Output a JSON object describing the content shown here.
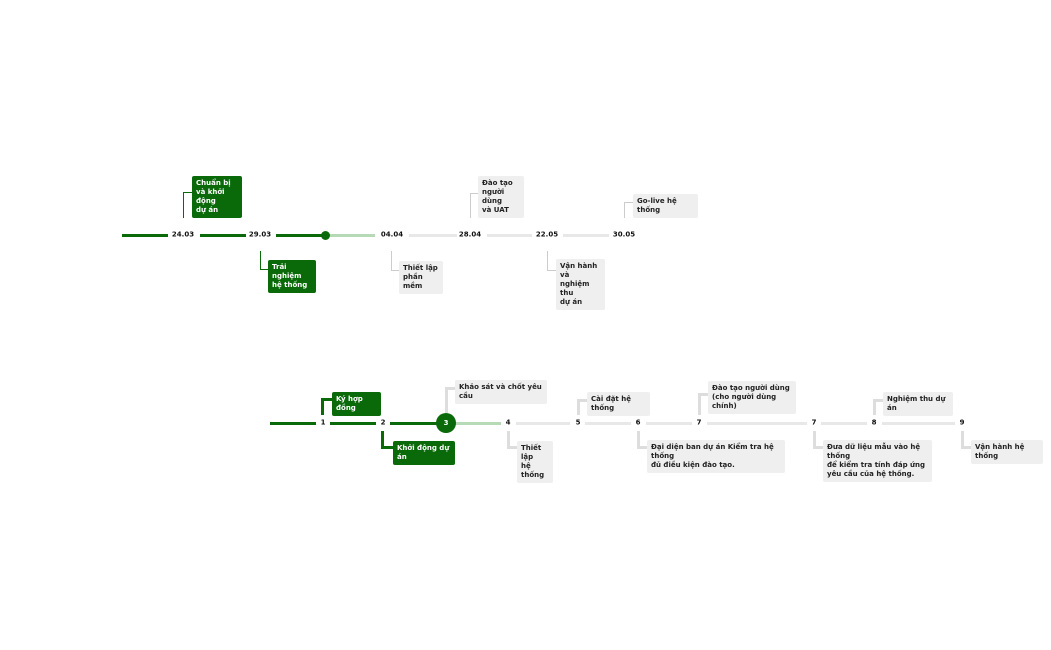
{
  "colors": {
    "done": "#0a6a0a",
    "active": "#b6dab6",
    "todo": "#e8e8e8",
    "connector_gray": "#cccccc"
  },
  "timeline_top": {
    "ticks": [
      "24.03",
      "29.03",
      "04.04",
      "28.04",
      "22.05",
      "30.05"
    ],
    "labels": [
      {
        "text": "Chuẩn bị\nvà khởi động\ndự án",
        "style": "green"
      },
      {
        "text": "Trải nghiệm\nhệ thống",
        "style": "green"
      },
      {
        "text": "Thiết lập\nphần mềm",
        "style": "gray"
      },
      {
        "text": "Đào tạo\nngười dùng\nvà UAT",
        "style": "gray"
      },
      {
        "text": "Vận hành và\nnghiệm thu\ndự án",
        "style": "gray"
      },
      {
        "text": "Go-live hệ thống",
        "style": "gray"
      }
    ]
  },
  "timeline_bottom": {
    "ticks": [
      "1",
      "2",
      "4",
      "5",
      "6",
      "7",
      "7",
      "8",
      "9"
    ],
    "current_step": "3",
    "labels": [
      {
        "text": "Ký hợp đồng",
        "style": "green"
      },
      {
        "text": "Khởi động dự án",
        "style": "green"
      },
      {
        "text": "Khảo sát và chốt yêu cầu",
        "style": "gray"
      },
      {
        "text": "Thiết lập\nhệ thống",
        "style": "gray"
      },
      {
        "text": "Cài đặt hệ thống",
        "style": "gray"
      },
      {
        "text": "Đại diện ban dự án Kiểm tra hệ thống\nđủ điều kiện đào tạo.",
        "style": "gray"
      },
      {
        "text": "Đào tạo người dùng\n(cho người dùng chính)",
        "style": "gray"
      },
      {
        "text": "Đưa dữ liệu mẫu vào hệ thống\nđể kiểm tra tính đáp ứng\nyêu cầu của hệ thống.",
        "style": "gray"
      },
      {
        "text": "Nghiệm thu dự án",
        "style": "gray"
      },
      {
        "text": "Vận hành hệ thống",
        "style": "gray"
      }
    ]
  }
}
